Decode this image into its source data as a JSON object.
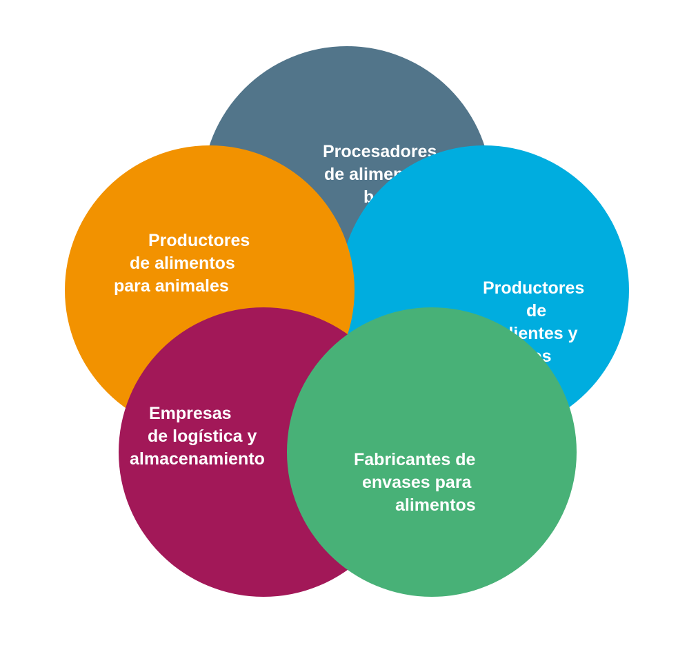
{
  "circles": [
    {
      "id": "procesadores",
      "color": "#52758A",
      "lines": [
        "Procesadores",
        "de alimentos y",
        "bebidas"
      ]
    },
    {
      "id": "ingredientes",
      "color": "#00ADDF",
      "lines": [
        "Productores",
        "de",
        "ingredientes y",
        "aditivos"
      ]
    },
    {
      "id": "envases",
      "color": "#48B177",
      "lines": [
        "Fabricantes de",
        "envases para",
        "alimentos"
      ]
    },
    {
      "id": "logistica",
      "color": "#A21858",
      "lines": [
        "Empresas",
        "de logística y",
        "almacenamiento"
      ]
    },
    {
      "id": "animales",
      "color": "#F29200",
      "lines": [
        "Productores",
        "de alimentos",
        "para animales"
      ]
    }
  ]
}
